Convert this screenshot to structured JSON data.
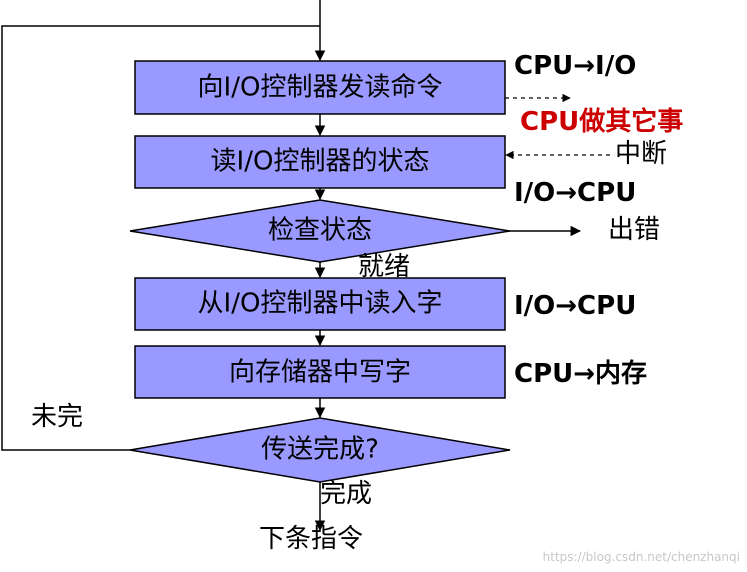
{
  "colors": {
    "node_fill": "#9999ff",
    "stroke": "#000000",
    "emphasis": "#cc0000",
    "watermark": "#c8c8c8"
  },
  "steps": {
    "send_read_command": "向I/O控制器发读命令",
    "read_controller_status": "读I/O控制器的状态",
    "check_status": "检查状态",
    "read_word": "从I/O控制器中读入字",
    "write_memory": "向存储器中写字",
    "transfer_done": "传送完成?"
  },
  "labels": {
    "cpu_to_io": "CPU→I/O",
    "cpu_other_work": "CPU做其它事",
    "interrupt": "中断",
    "io_to_cpu_status": "I/O→CPU",
    "error": "出错",
    "ready": "就绪",
    "io_to_cpu_word": "I/O→CPU",
    "cpu_to_memory": "CPU→内存",
    "not_done": "未完",
    "done": "完成",
    "next_instruction": "下条指令"
  },
  "watermark": "https://blog.csdn.net/chenzhanqi"
}
